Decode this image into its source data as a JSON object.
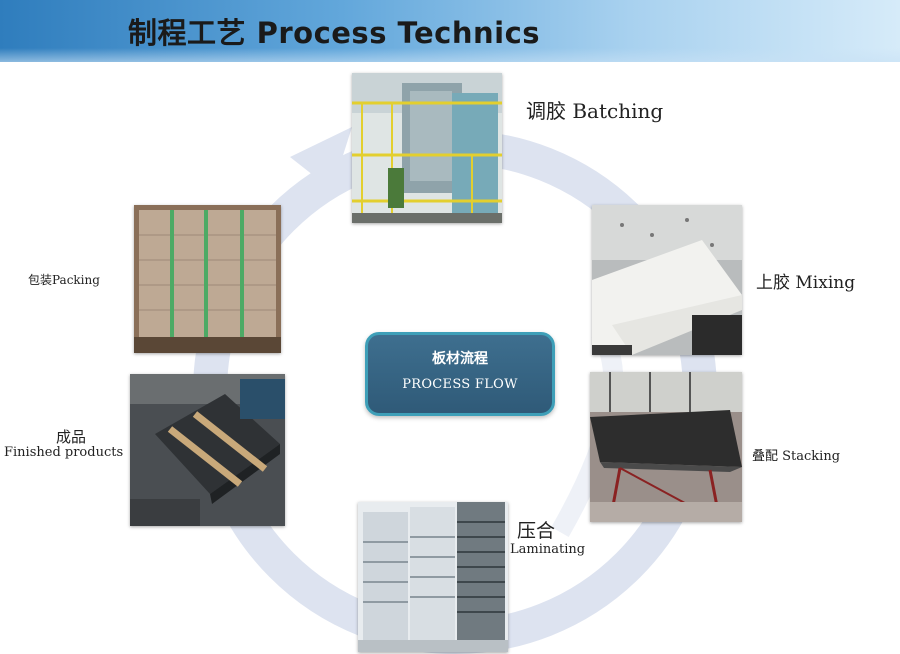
{
  "header": {
    "title": "制程工艺 Process Technics"
  },
  "center": {
    "title_cn": "板材流程",
    "title_en": "PROCESS FLOW"
  },
  "steps": {
    "batching": "调胶 Batching",
    "mixing": "上胶 Mixing",
    "stacking": "叠配 Stacking",
    "laminating_cn": "压合",
    "laminating_en": "Laminating",
    "finished_cn": "成品",
    "finished_en": "Finished products",
    "packing": "包装Packing"
  },
  "colors": {
    "header_start": "#2f7dbd",
    "header_end": "#d6ebf9",
    "cycle_ring": "#dde3f0",
    "flow_box_fill": "#2f5a78",
    "flow_box_border": "#3e9fb8"
  }
}
